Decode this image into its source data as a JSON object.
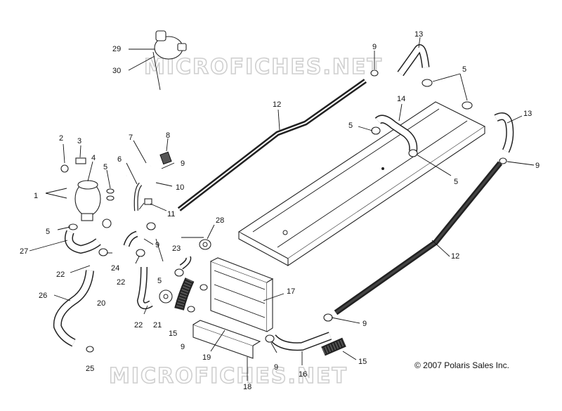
{
  "watermark_text": "MICROFICHES.NET",
  "copyright": "© 2007 Polaris Sales Inc.",
  "callouts": [
    "1",
    "2",
    "3",
    "4",
    "5",
    "6",
    "7",
    "8",
    "9",
    "10",
    "11",
    "12",
    "13",
    "14",
    "15",
    "16",
    "17",
    "18",
    "19",
    "20",
    "21",
    "22",
    "23",
    "24",
    "25",
    "26",
    "27",
    "28",
    "29",
    "30"
  ]
}
